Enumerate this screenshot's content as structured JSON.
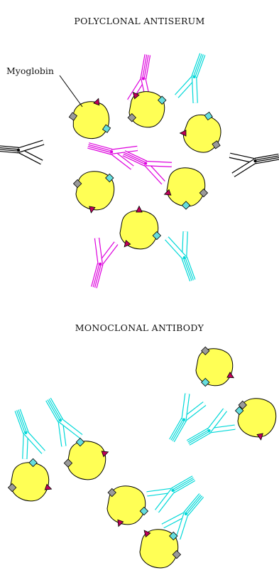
{
  "titles": {
    "polyclonal": "POLYCLONAL ANTISERUM",
    "monoclonal": "MONOCLONAL ANTIBODY"
  },
  "labels": {
    "myoglobin": "Myoglobin"
  },
  "colors": {
    "background": "#ffffff",
    "myoglobin_fill": "#ffff55",
    "outline": "#000000",
    "antibody_magenta": "#dd00dd",
    "antibody_cyan": "#00d8d8",
    "antibody_black": "#000000",
    "epitope_red": "#c0005a",
    "epitope_cyan": "#66dddd",
    "epitope_gray": "#9a9a9a"
  }
}
